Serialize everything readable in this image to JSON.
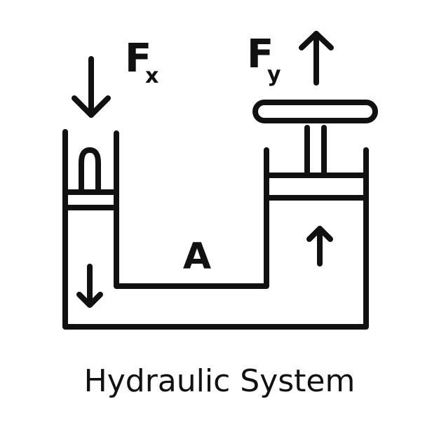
{
  "diagram": {
    "labels": {
      "force_input_letter": "F",
      "force_input_subscript": "x",
      "force_output_letter": "F",
      "force_output_subscript": "y",
      "area": "A"
    },
    "caption": "Hydraulic System",
    "colors": {
      "stroke": "#111111",
      "background": "#ffffff"
    }
  }
}
